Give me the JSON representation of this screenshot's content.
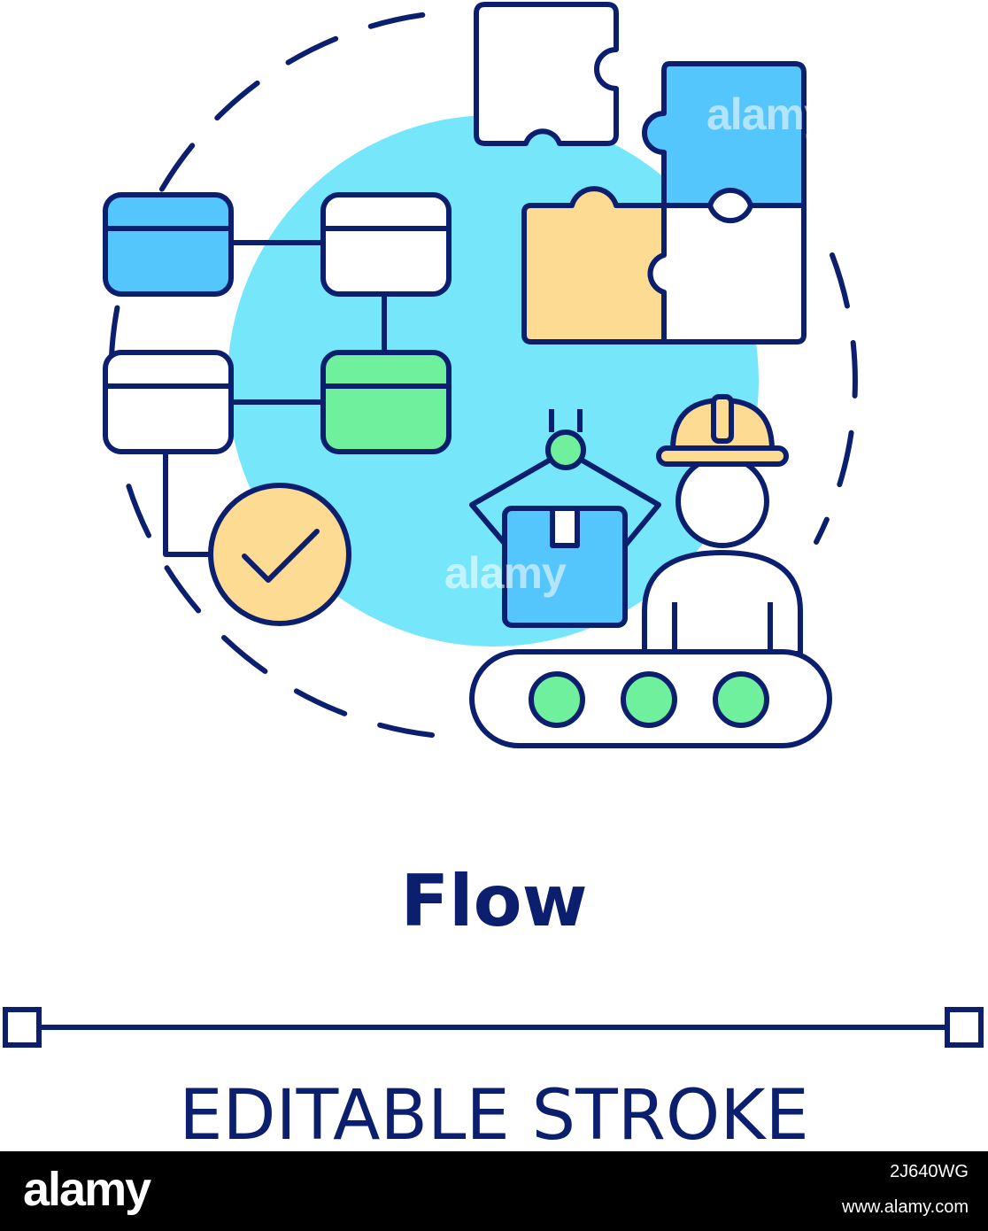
{
  "title": "Flow",
  "subtitle": "EDITABLE STROKE",
  "watermark": "alamy",
  "footer": {
    "logo": "alamy",
    "image_id": "2J640WG",
    "url": "www.alamy.com"
  },
  "colors": {
    "stroke": "#0b1f6e",
    "circle": "#76e6fb",
    "blue": "#55c6fb",
    "yellow": "#fddb93",
    "green": "#6ff09c",
    "white": "#ffffff"
  },
  "icons": [
    "flowchart-icon",
    "check-circle-icon",
    "puzzle-icon",
    "robot-arm-icon",
    "box-icon",
    "worker-icon",
    "hard-hat-icon",
    "conveyor-belt-icon"
  ]
}
